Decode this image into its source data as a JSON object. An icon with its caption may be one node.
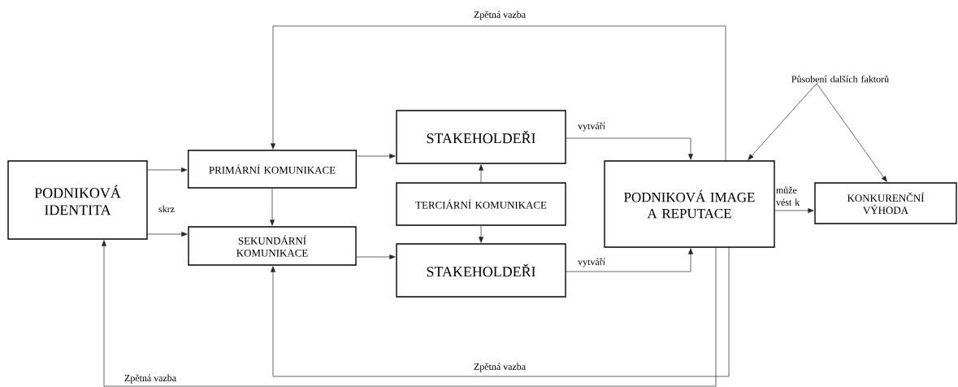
{
  "diagram": {
    "nodes": [
      {
        "text": [
          "PODNIKOVÁ IDENTITA"
        ]
      },
      {
        "text": [
          "PRIMÁRNÍ KOMUNIKACE"
        ]
      },
      {
        "text": [
          "SEKUNDÁRNÍ KOMUNIKACE"
        ]
      },
      {
        "text": [
          "STAKEHOLDEŘI"
        ]
      },
      {
        "text": [
          "TERCIÁRNÍ KOMUNIKACE"
        ]
      },
      {
        "text": [
          "STAKEHOLDEŘI"
        ]
      },
      {
        "text": [
          "PODNIKOVÁ IMAGE A REPUTACE"
        ]
      },
      {
        "text": [
          "KONKURENČNÍ VÝHODA"
        ]
      },
      {
        "text": [
          "Působení dalších faktorů"
        ]
      }
    ],
    "edges": [
      {
        "from": 0,
        "to": 1,
        "arrow": "to"
      },
      {
        "from": 0,
        "to": 2,
        "arrow": "to"
      },
      {
        "from": 1,
        "to": 2,
        "arrow": "to"
      },
      {
        "from": 1,
        "to": 3,
        "arrow": "to"
      },
      {
        "from": 2,
        "to": 5,
        "arrow": "to"
      },
      {
        "from": 4,
        "to": 3,
        "arrow": "to"
      },
      {
        "from": 4,
        "to": 5,
        "arrow": "to"
      },
      {
        "from": 3,
        "to": 6,
        "arrow": "to",
        "label": "vytváří"
      },
      {
        "from": 5,
        "to": 6,
        "arrow": "to",
        "label": "vytváří"
      },
      {
        "from": 6,
        "to": 7,
        "arrow": "to",
        "label": "může vést k"
      },
      {
        "from": 8,
        "to": 6,
        "arrow": "to"
      },
      {
        "from": 8,
        "to": 7,
        "arrow": "to"
      },
      {
        "from": 6,
        "to": 1,
        "arrow": "to",
        "label": "Zpětná vazba"
      },
      {
        "from": 6,
        "to": 2,
        "arrow": "to",
        "label": "Zpětná vazba"
      },
      {
        "from": 6,
        "to": 0,
        "arrow": "to",
        "label": "Zpětná vazba"
      }
    ],
    "labels": [
      "skrz"
    ]
  }
}
